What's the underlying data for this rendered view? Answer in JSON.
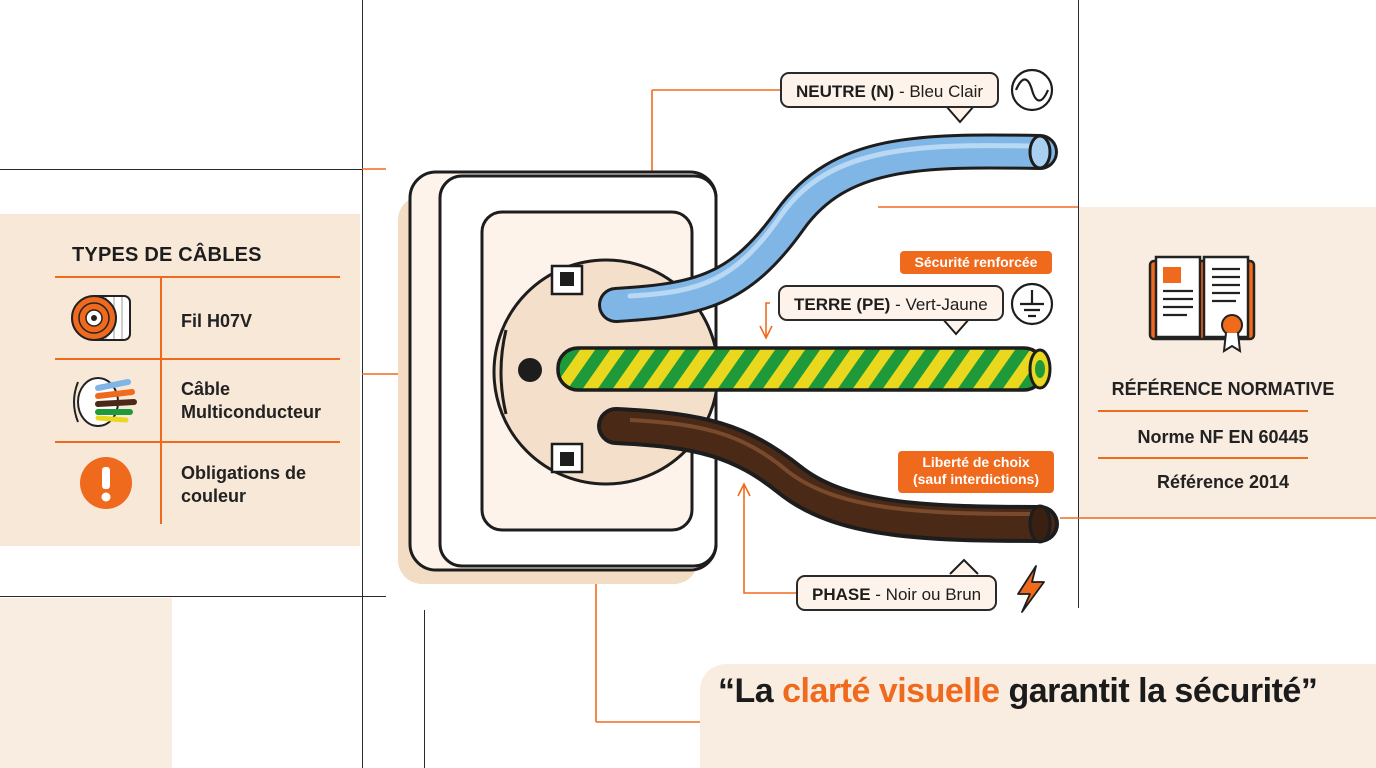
{
  "left_panel": {
    "title": "TYPES DE CÂBLES",
    "items": [
      {
        "icon": "cable-spool-icon",
        "label": "Fil H07V"
      },
      {
        "icon": "multiconductor-cable-icon",
        "label": "Câble Multiconducteur"
      },
      {
        "icon": "exclamation-icon",
        "label": "Obligations de couleur"
      }
    ]
  },
  "callouts": {
    "neutre": {
      "bold": "NEUTRE (N)",
      "rest": " - Bleu Clair",
      "icon": "alternating-current-icon"
    },
    "terre": {
      "bold": "TERRE (PE)",
      "rest": " - Vert-Jaune",
      "icon": "ground-icon"
    },
    "phase": {
      "bold": "PHASE",
      "rest": " - Noir ou Brun",
      "icon": "lightning-icon"
    }
  },
  "badges": {
    "securite": "Sécurité renforcée",
    "liberte_line1": "Liberté de choix",
    "liberte_line2": "(sauf interdictions)"
  },
  "right_panel": {
    "icon": "standards-book-icon",
    "title": "RÉFÉRENCE NORMATIVE",
    "line1": "Norme NF EN 60445",
    "line2": "Référence 2014"
  },
  "quote": {
    "open": "“La ",
    "highlight": "clarté visuelle",
    "close": " garantit la sécurité”"
  },
  "colors": {
    "accent": "#f06a1e",
    "neutre_wire": "#7fb6e6",
    "terre_green": "#1f9a3a",
    "terre_yellow": "#e9d81e",
    "phase_wire": "#4a2a17",
    "panel_beige": "#f7e8d8"
  }
}
